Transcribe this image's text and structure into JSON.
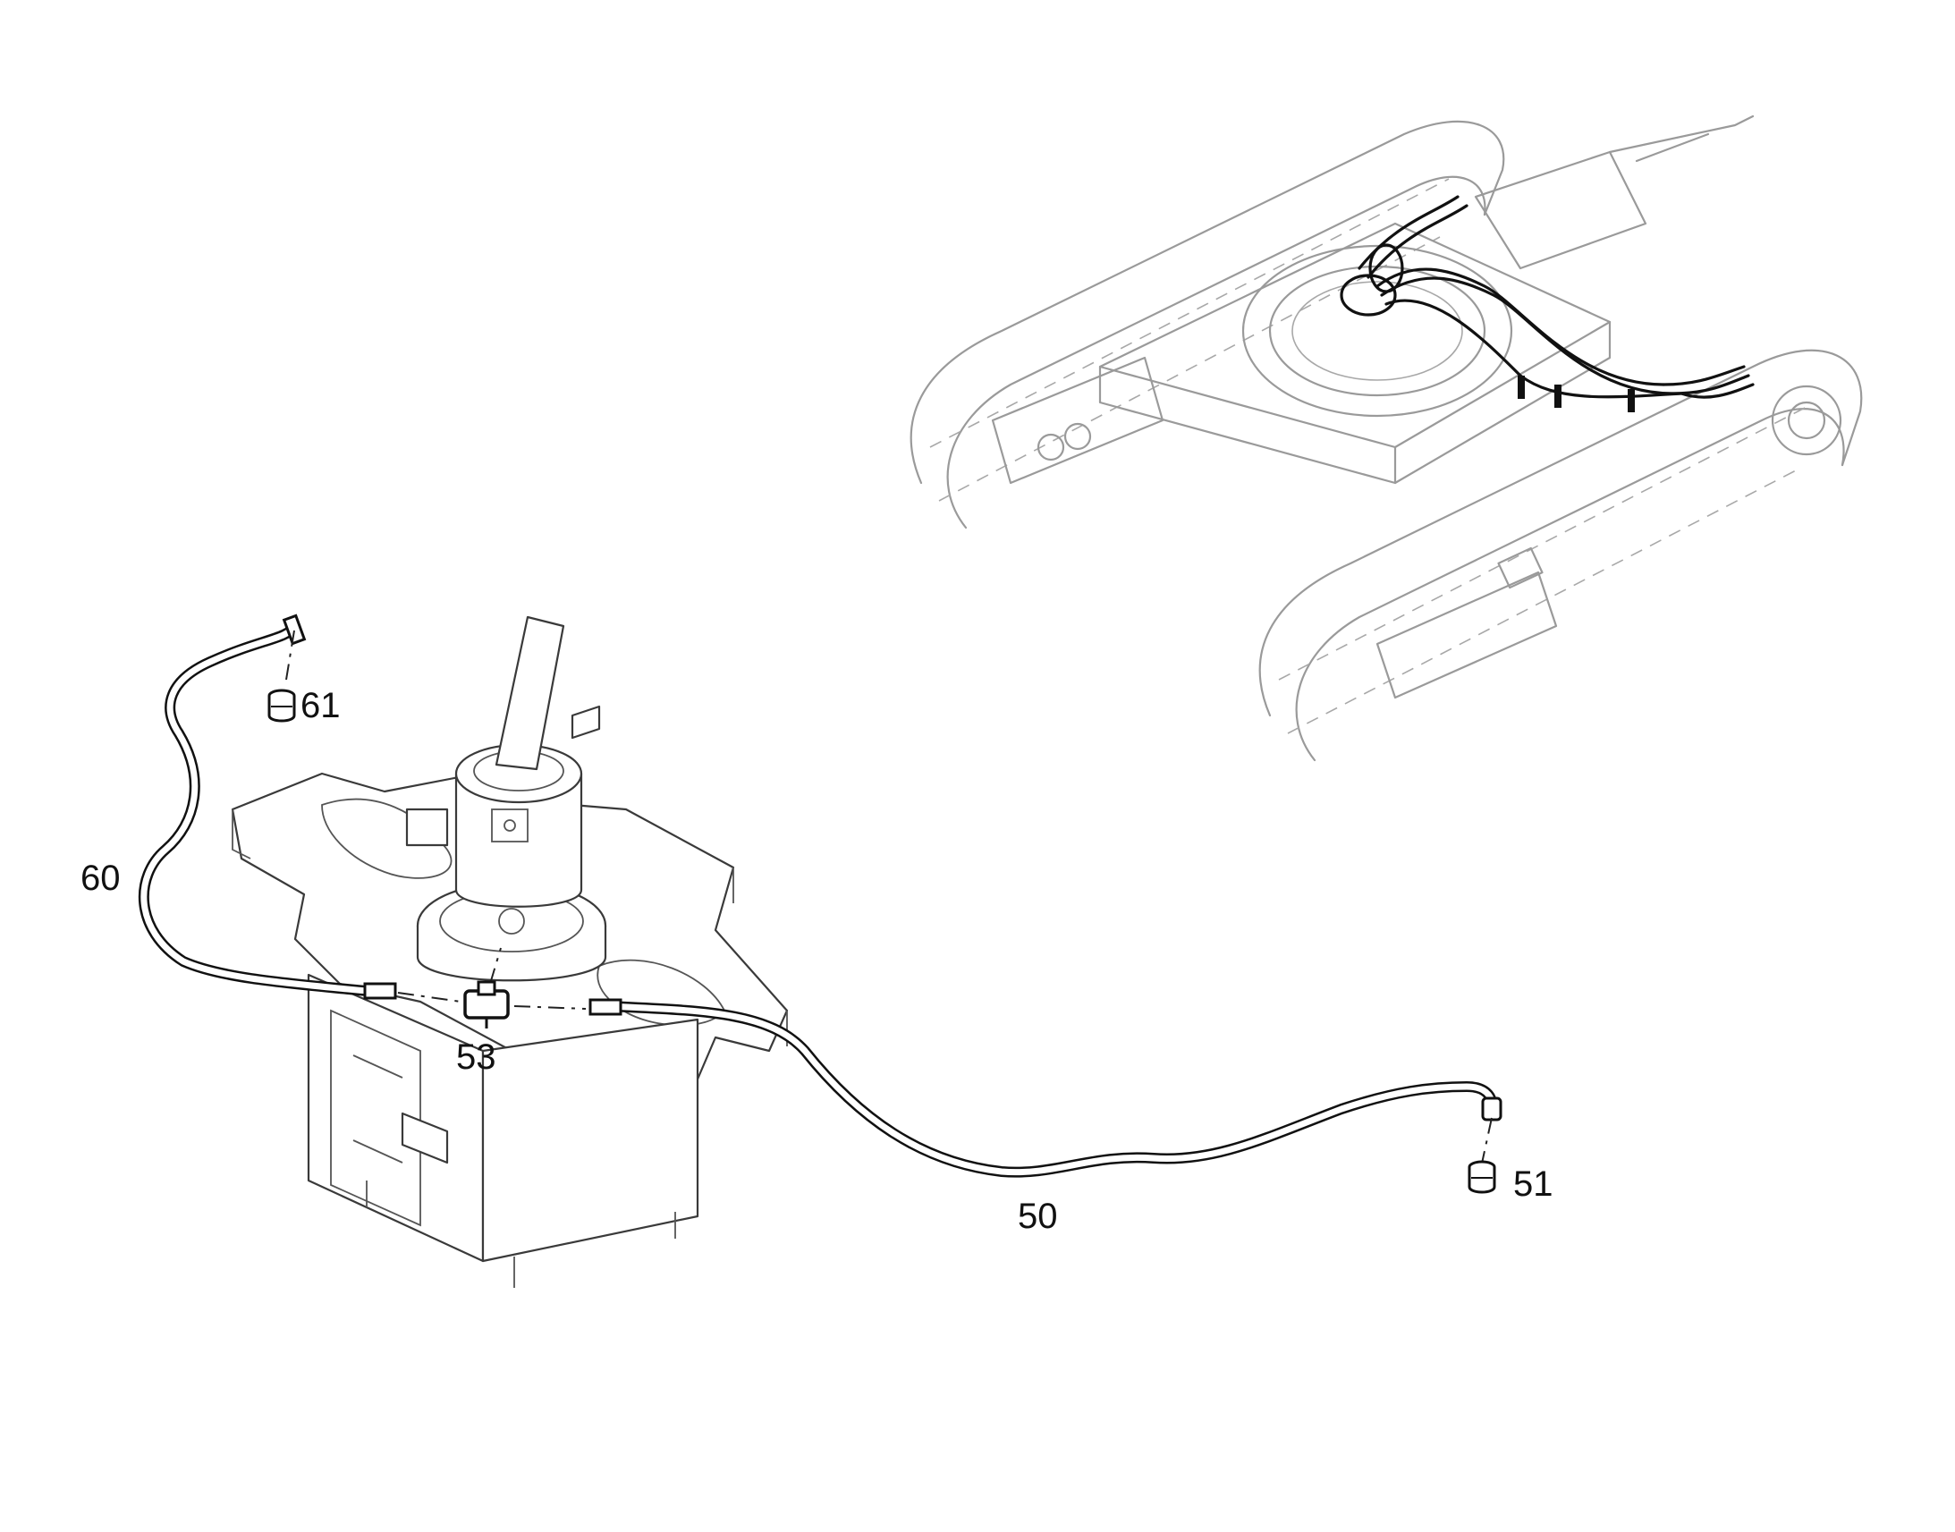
{
  "diagram": {
    "callouts": [
      {
        "id": "50",
        "label": "50"
      },
      {
        "id": "51",
        "label": "51"
      },
      {
        "id": "53",
        "label": "53"
      },
      {
        "id": "60",
        "label": "60"
      },
      {
        "id": "61",
        "label": "61"
      }
    ]
  }
}
